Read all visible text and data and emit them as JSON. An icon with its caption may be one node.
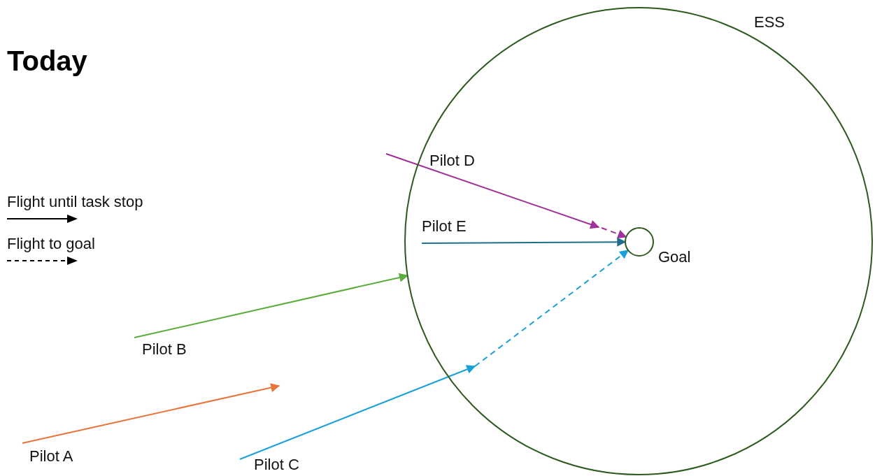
{
  "diagram": {
    "title": "Today",
    "nodes": [
      {
        "text": [
          "ESS"
        ]
      },
      {
        "text": [
          "Goal"
        ],
        "in": 0
      },
      {
        "text": [
          "Pilot A"
        ]
      },
      {
        "text": [
          "Pilot B"
        ]
      },
      {
        "text": [
          "Pilot C"
        ]
      },
      {
        "text": [
          "Pilot D"
        ],
        "in": 0
      },
      {
        "text": [
          "Pilot E"
        ],
        "in": 0
      }
    ],
    "edges": [
      {
        "from": 2,
        "to": null,
        "arrow": "to",
        "color": "#e8743b"
      },
      {
        "from": 3,
        "to": 0,
        "arrow": "to",
        "color": "#5aad3a"
      },
      {
        "from": 4,
        "to": null,
        "arrow": "to",
        "color": "#1aa0d8"
      },
      {
        "from": null,
        "to": 1,
        "arrow": "to",
        "style": "dashed",
        "color": "#1aa0d8"
      },
      {
        "from": 5,
        "to": null,
        "arrow": "to",
        "color": "#a0309a"
      },
      {
        "from": null,
        "to": 1,
        "arrow": "to",
        "style": "dashed",
        "color": "#a0309a"
      },
      {
        "from": 6,
        "to": 1,
        "arrow": "to",
        "color": "#1f6e8c"
      }
    ],
    "legend": [
      {
        "text": "Flight until task stop"
      },
      {
        "text": "Flight to goal"
      }
    ]
  }
}
